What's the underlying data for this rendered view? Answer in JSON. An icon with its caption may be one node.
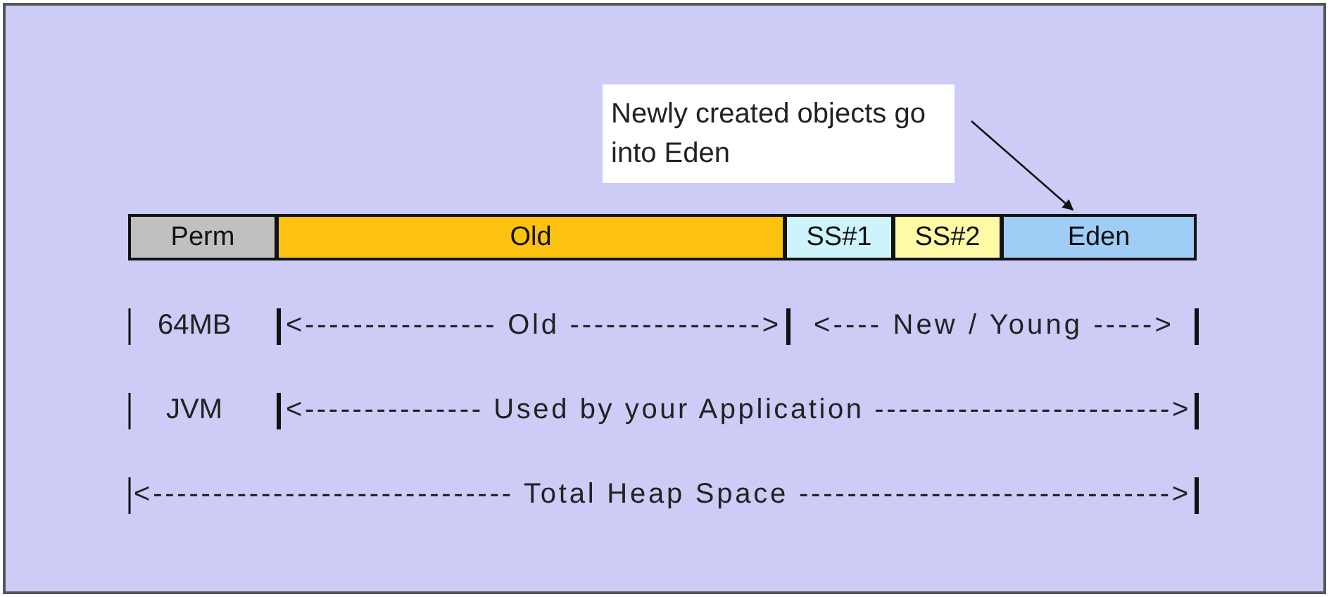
{
  "diagram": {
    "nodes": [
      {
        "text": [
          "Newly created objects go into Eden"
        ]
      },
      {
        "text": [
          "Perm"
        ]
      },
      {
        "text": [
          "Old"
        ]
      },
      {
        "text": [
          "SS#1"
        ]
      },
      {
        "text": [
          "SS#2"
        ]
      },
      {
        "text": [
          "Eden"
        ]
      }
    ],
    "edges": [
      {
        "from": 0,
        "to": 5,
        "arrow": "to"
      }
    ],
    "labels": [
      "64MB",
      "<---------------- Old ---------------->",
      "<---- New / Young ----->",
      "JVM",
      "<--------------- Used by your Application ------------------------->",
      "<------------------------------ Total Heap Space ------------------------------->"
    ]
  }
}
